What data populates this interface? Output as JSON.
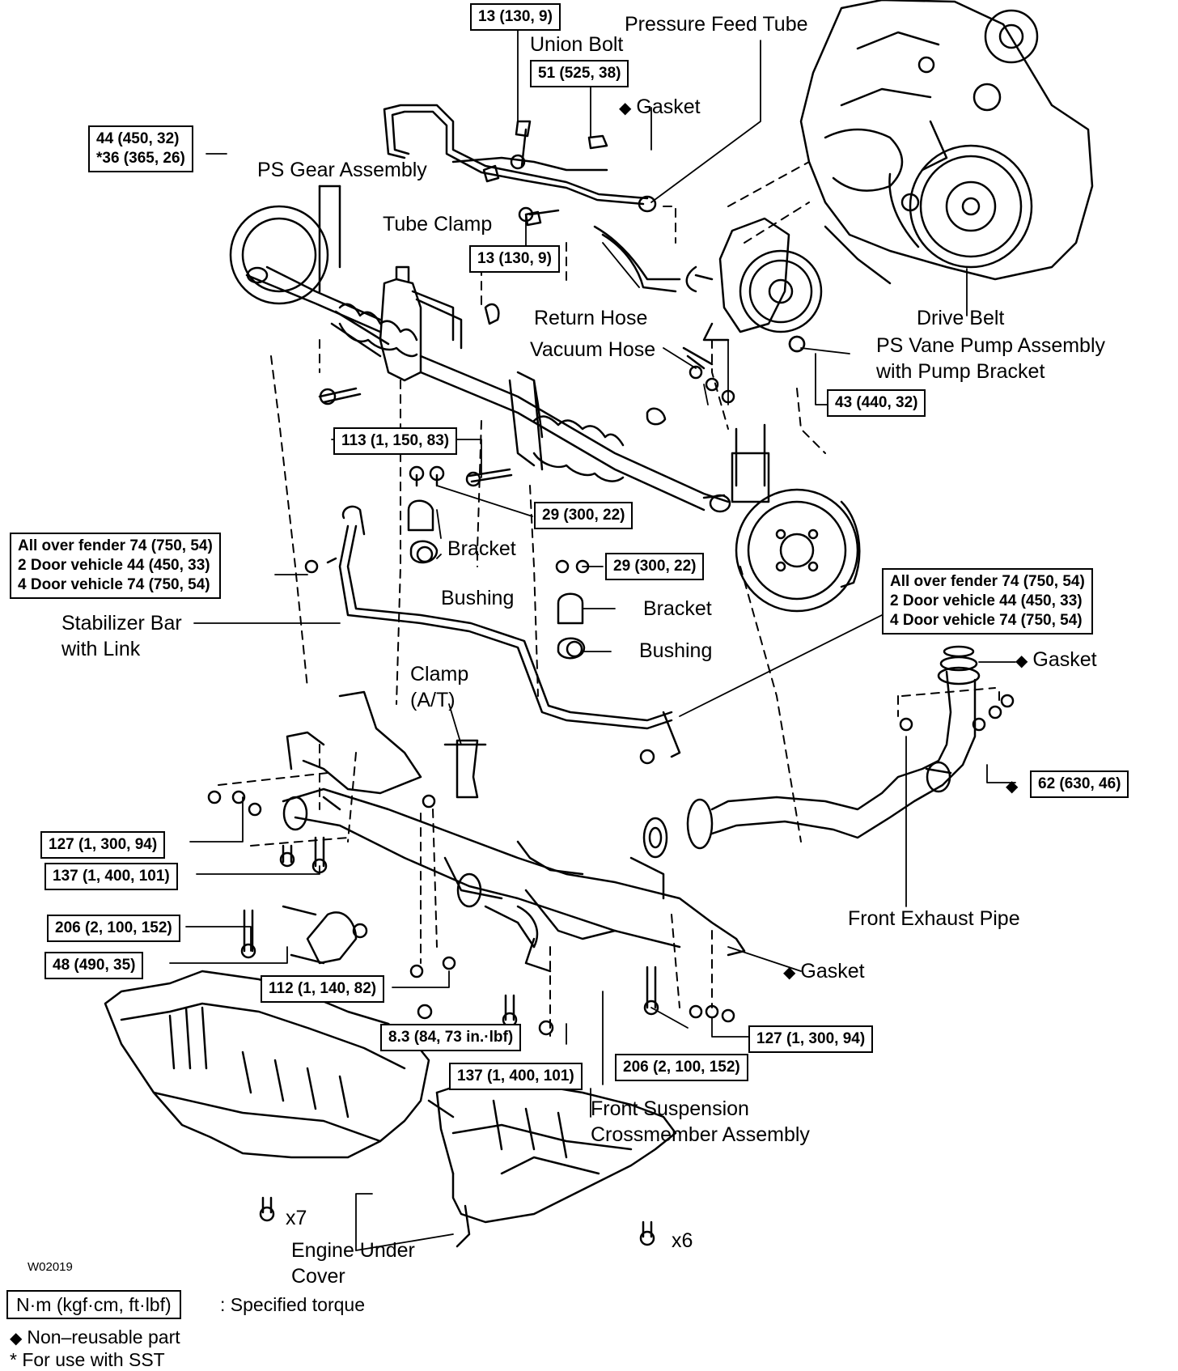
{
  "figure_id": "W02019",
  "part_labels": {
    "pressure_feed_tube": "Pressure Feed Tube",
    "union_bolt": "Union Bolt",
    "gasket_top": "Gasket",
    "ps_gear_assembly": "PS Gear Assembly",
    "tube_clamp": "Tube Clamp",
    "return_hose": "Return Hose",
    "vacuum_hose": "Vacuum Hose",
    "drive_belt": "Drive Belt",
    "ps_vane_pump_line1": "PS Vane Pump Assembly",
    "ps_vane_pump_line2": "with Pump Bracket",
    "bracket_left": "Bracket",
    "bushing_left": "Bushing",
    "bracket_right": "Bracket",
    "bushing_right": "Bushing",
    "stabilizer_line1": "Stabilizer Bar",
    "stabilizer_line2": "with Link",
    "clamp_line1": "Clamp",
    "clamp_line2": "(A/T)",
    "gasket_exhaust_top": "Gasket",
    "front_exhaust_pipe": "Front Exhaust Pipe",
    "gasket_exhaust_bottom": "Gasket",
    "crossmember_line1": "Front Suspension",
    "crossmember_line2": "Crossmember Assembly",
    "engine_cover_line1": "Engine Under",
    "engine_cover_line2": "Cover",
    "qty_x7": "x7",
    "qty_x6": "x6"
  },
  "torque_specs": {
    "t_13_top": "13 (130, 9)",
    "t_51": "51 (525, 38)",
    "t_44_line1": "44 (450, 32)",
    "t_44_line2": "*36 (365, 26)",
    "t_13_mid": "13 (130, 9)",
    "t_43": "43 (440, 32)",
    "t_113": "113 (1, 150, 83)",
    "t_29_left": "29 (300, 22)",
    "t_29_right": "29 (300, 22)",
    "t_fender_left_1": "All over fender 74 (750, 54)",
    "t_fender_left_2": "2 Door vehicle 44 (450, 33)",
    "t_fender_left_3": "4 Door vehicle 74 (750, 54)",
    "t_fender_right_1": "All over fender 74 (750, 54)",
    "t_fender_right_2": "2 Door vehicle 44 (450, 33)",
    "t_fender_right_3": "4 Door vehicle 74 (750, 54)",
    "t_62": "62 (630, 46)",
    "t_127_left": "127 (1, 300, 94)",
    "t_137_left": "137 (1, 400, 101)",
    "t_206_left": "206 (2, 100, 152)",
    "t_48": "48 (490, 35)",
    "t_112": "112 (1, 140, 82)",
    "t_8_3": "8.3 (84, 73 in.·lbf)",
    "t_137_bottom": "137 (1, 400, 101)",
    "t_206_bottom": "206 (2, 100, 152)",
    "t_127_right": "127 (1, 300, 94)"
  },
  "legend": {
    "torque_unit": "N·m (kgf·cm, ft·lbf)",
    "torque_caption": ": Specified torque",
    "non_reusable": "Non–reusable part",
    "sst": "* For use with SST"
  },
  "symbols": {
    "non_reusable_marker": "◆"
  }
}
